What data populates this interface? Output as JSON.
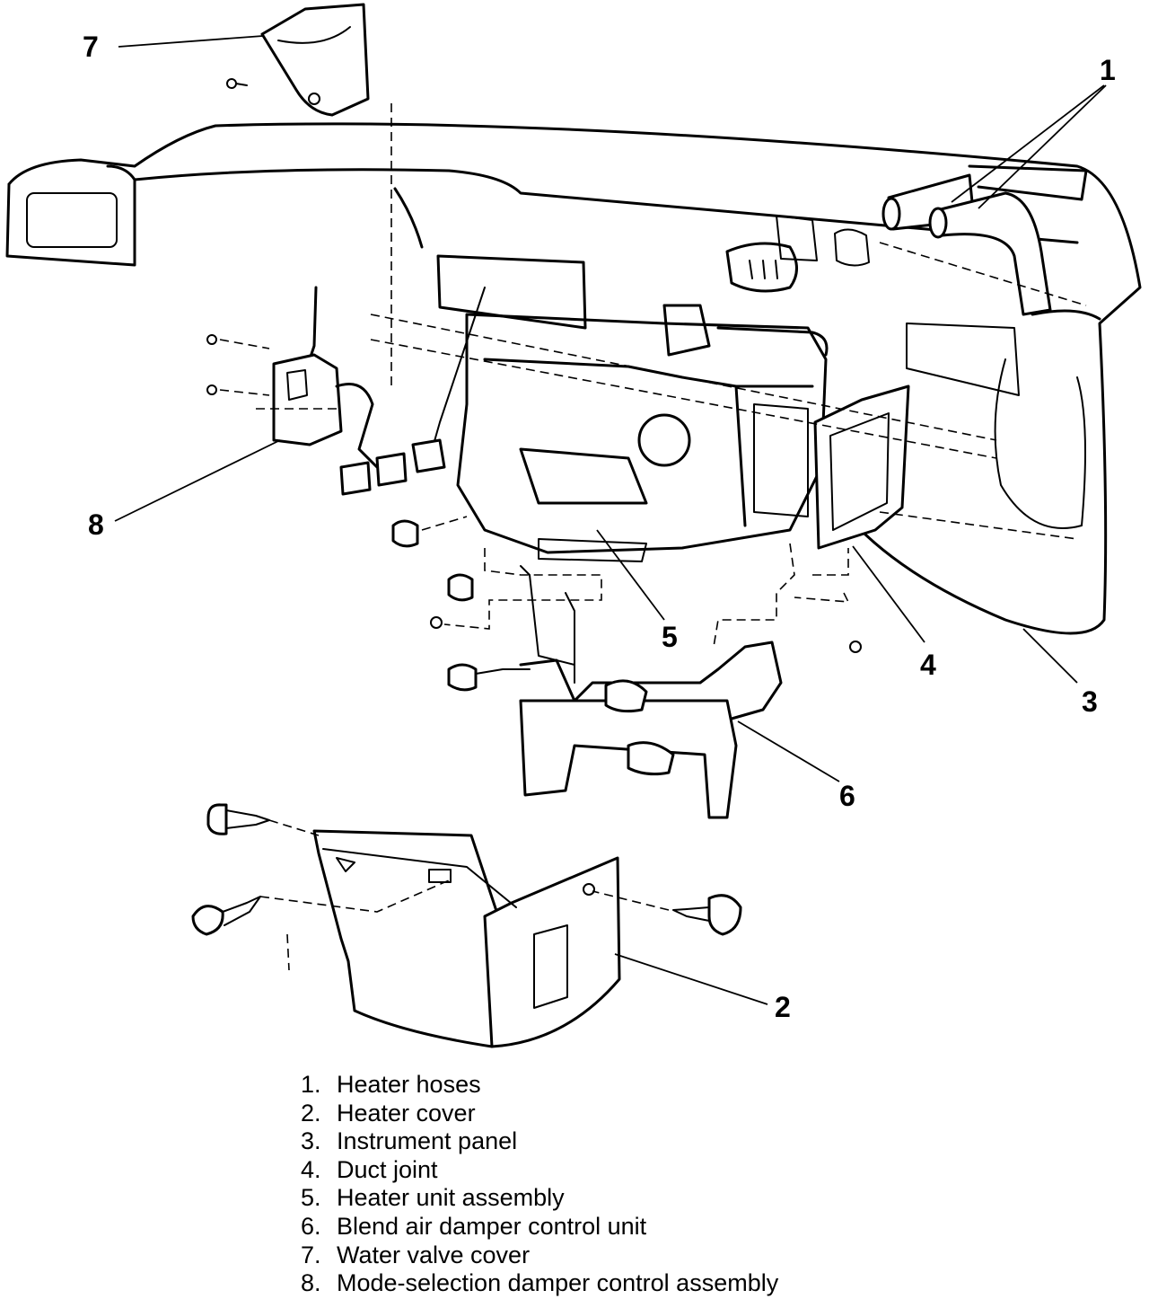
{
  "callouts": {
    "c1": "1",
    "c2": "2",
    "c3": "3",
    "c4": "4",
    "c5": "5",
    "c6": "6",
    "c7": "7",
    "c8": "8"
  },
  "legend": [
    {
      "num": "1.",
      "text": "Heater hoses"
    },
    {
      "num": "2.",
      "text": "Heater cover"
    },
    {
      "num": "3.",
      "text": "Instrument panel"
    },
    {
      "num": "4.",
      "text": "Duct joint"
    },
    {
      "num": "5.",
      "text": "Heater unit assembly"
    },
    {
      "num": "6.",
      "text": "Blend air damper control unit"
    },
    {
      "num": "7.",
      "text": "Water valve cover"
    },
    {
      "num": "8.",
      "text": "Mode-selection damper control assembly"
    }
  ]
}
